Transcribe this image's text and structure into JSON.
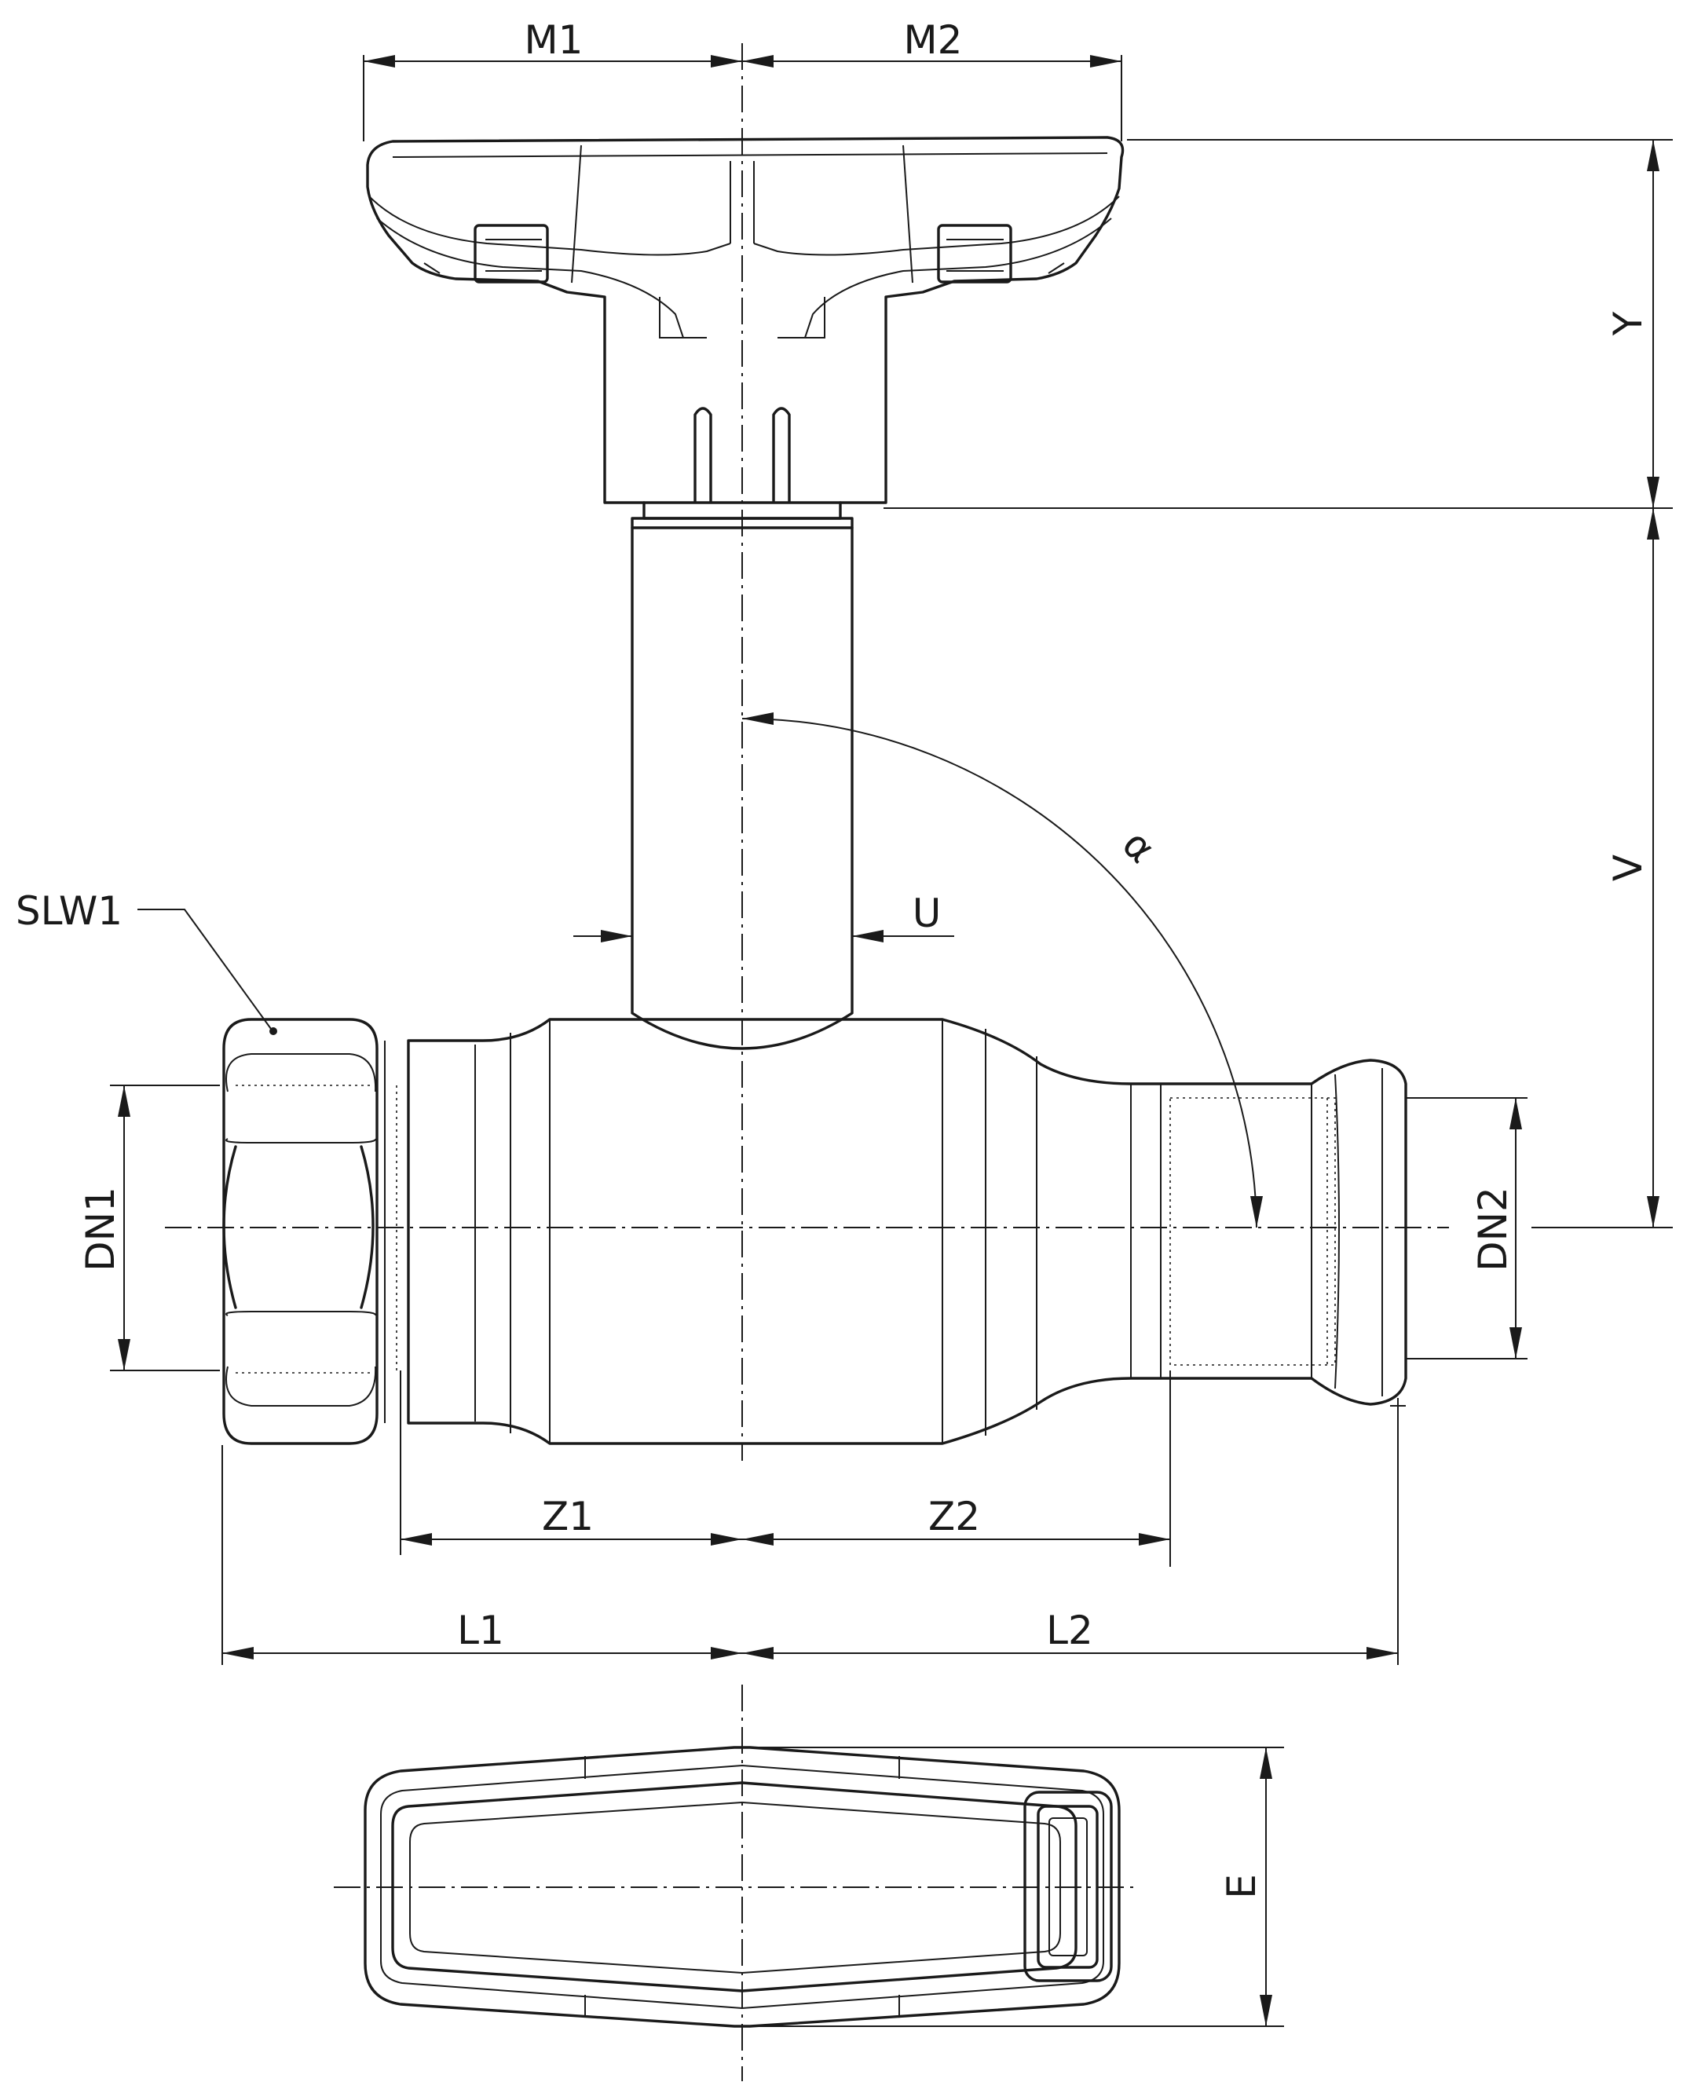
{
  "diagram": {
    "labels": {
      "m1": "M1",
      "m2": "M2",
      "y": "Y",
      "v": "V",
      "alpha": "α",
      "u": "U",
      "slw1": "SLW1",
      "dn1": "DN1",
      "dn2": "DN2",
      "z1": "Z1",
      "z2": "Z2",
      "l1": "L1",
      "l2": "L2",
      "e": "E"
    },
    "ink_color": "#1a1a1a"
  }
}
